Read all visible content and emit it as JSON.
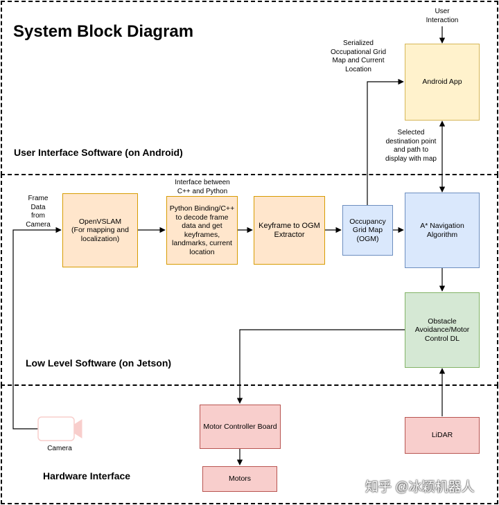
{
  "title": "System Block Diagram",
  "zones": {
    "ui": "User Interface Software (on Android)",
    "low": "Low Level Software (on Jetson)",
    "hw": "Hardware Interface"
  },
  "nodes": {
    "openvslam": "OpenVSLAM\n(For mapping and localization)",
    "python_binding": "Python Binding/C++ to decode frame data and get keyframes, landmarks, current location",
    "keyframe_ogm": "Keyframe to OGM Extractor",
    "ogm": "Occupancy Grid Map\n(OGM)",
    "astar": "A* Navigation Algorithm",
    "android": "Android App",
    "obstacle": "Obstacle Avoidance/Motor Control DL",
    "motor_board": "Motor Controller Board",
    "motors": "Motors",
    "lidar": "LiDAR",
    "camera": "Camera"
  },
  "labels": {
    "frame_data": "Frame\nData\nfrom\nCamera",
    "interface": "Interface between\nC++ and Python",
    "serialized": "Serialized\nOccupational Grid\nMap and Current\nLocation",
    "user_interaction": "User\nInteraction",
    "selected": "Selected\ndestination point\nand path to\ndisplay with map"
  },
  "watermark": "知乎 @冰颖机器人",
  "colors": {
    "orange_fill": "#ffe6cc",
    "yellow_fill": "#fff2cc",
    "blue_fill": "#dae8fc",
    "green_fill": "#d5e8d4",
    "red_fill": "#f8cecc"
  }
}
